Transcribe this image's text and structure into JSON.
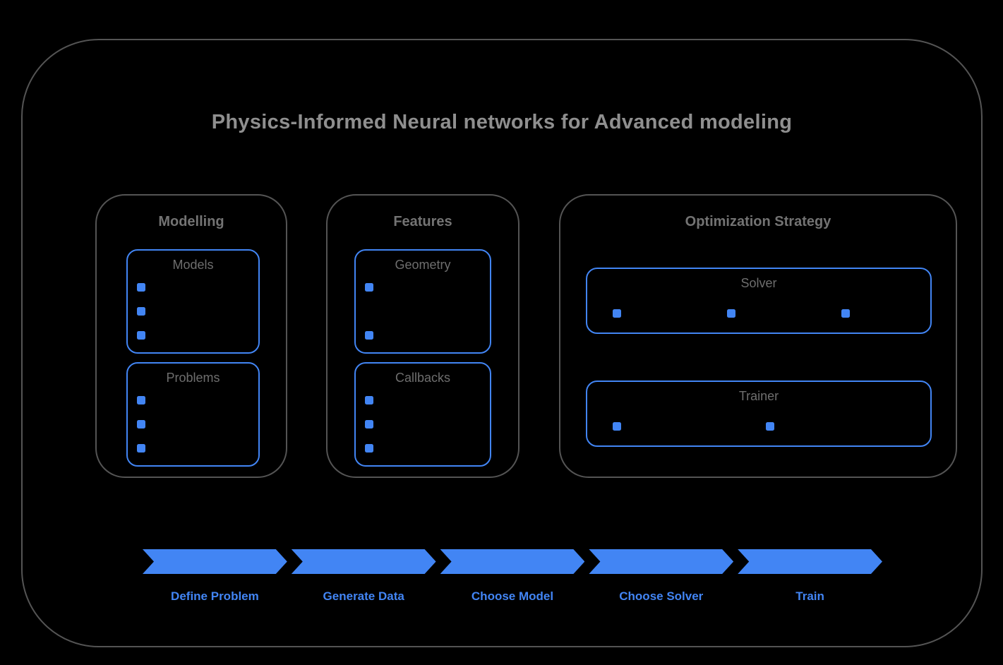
{
  "title": "Physics-Informed Neural networks for Advanced modeling",
  "groups": [
    {
      "label": "Modelling",
      "boxes": [
        {
          "label": "Models",
          "bullet_count": 3
        },
        {
          "label": "Problems",
          "bullet_count": 3
        }
      ]
    },
    {
      "label": "Features",
      "boxes": [
        {
          "label": "Geometry",
          "bullet_count": 2
        },
        {
          "label": "Callbacks",
          "bullet_count": 3
        }
      ]
    },
    {
      "label": "Optimization Strategy",
      "boxes": [
        {
          "label": "Solver",
          "bullet_count": 3
        },
        {
          "label": "Trainer",
          "bullet_count": 2
        }
      ]
    }
  ],
  "flow": {
    "steps": [
      {
        "label": "Define Problem"
      },
      {
        "label": "Generate Data"
      },
      {
        "label": "Choose Model"
      },
      {
        "label": "Choose Solver"
      },
      {
        "label": "Train"
      }
    ]
  },
  "colors": {
    "accent": "#4285F4",
    "frame_border": "#545454",
    "title_text": "#8F8F8F",
    "group_label_text": "#737373",
    "box_label_text": "#6E6E6E",
    "background": "#000000"
  }
}
